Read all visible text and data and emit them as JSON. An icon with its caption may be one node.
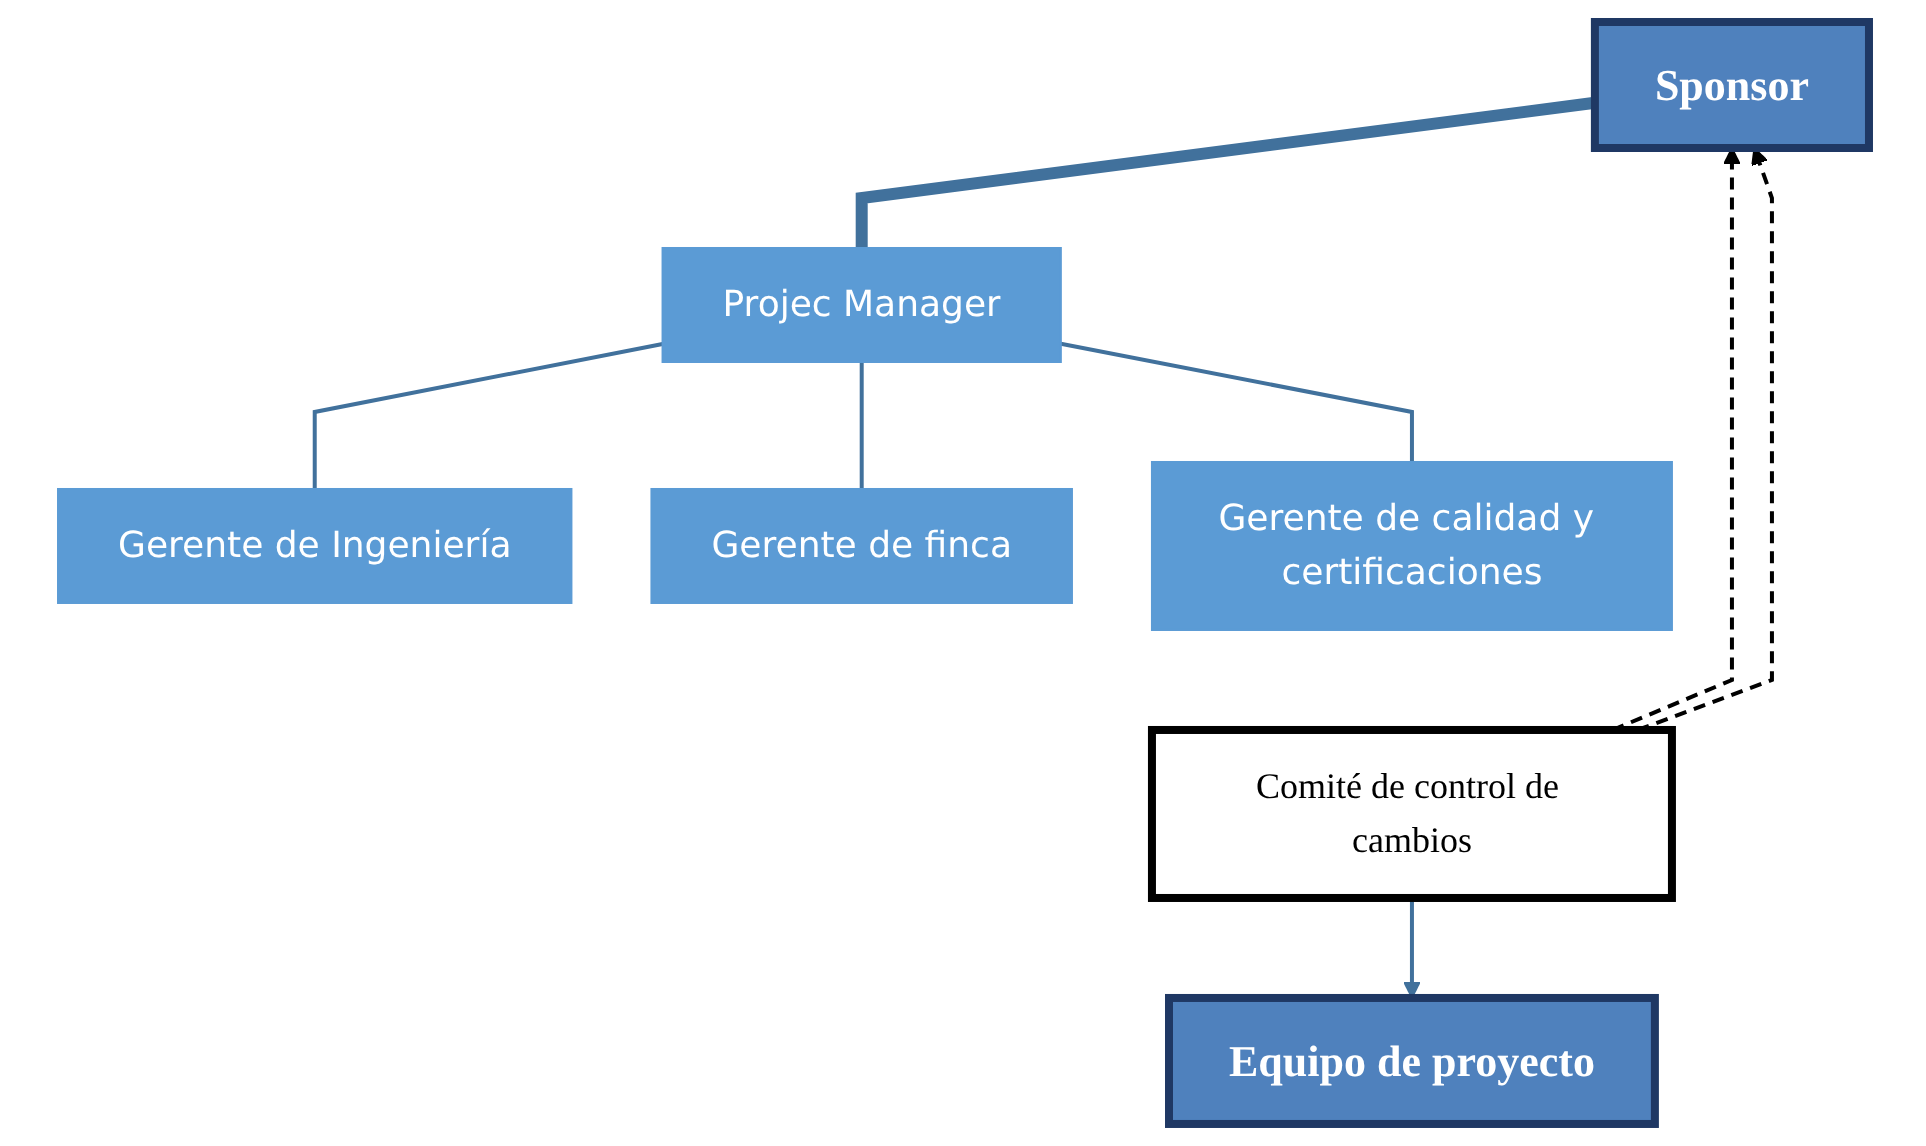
{
  "diagram": {
    "nodes": [
      {
        "text": [
          "Sponsor"
        ]
      },
      {
        "text": [
          "Projec Manager"
        ]
      },
      {
        "text": [
          "Gerente de Ingeniería"
        ]
      },
      {
        "text": [
          "Gerente de finca"
        ]
      },
      {
        "text": [
          "Gerente de calidad y certificaciones"
        ]
      },
      {
        "text": [
          "Comité de control de cambios"
        ]
      },
      {
        "text": [
          "Equipo de proyecto"
        ]
      }
    ],
    "edges": [
      {
        "from": 0,
        "to": 1,
        "arrow": "none",
        "style": "thick"
      },
      {
        "from": 1,
        "to": 2,
        "arrow": "none"
      },
      {
        "from": 1,
        "to": 3,
        "arrow": "none"
      },
      {
        "from": 1,
        "to": 4,
        "arrow": "none"
      },
      {
        "from": 5,
        "to": 6,
        "arrow": "to"
      },
      {
        "from": 5,
        "to": 0,
        "arrow": "to",
        "style": "dashed",
        "color": "#000000"
      },
      {
        "from": 5,
        "to": 0,
        "arrow": "to",
        "style": "dashed",
        "color": "#000000"
      }
    ]
  }
}
